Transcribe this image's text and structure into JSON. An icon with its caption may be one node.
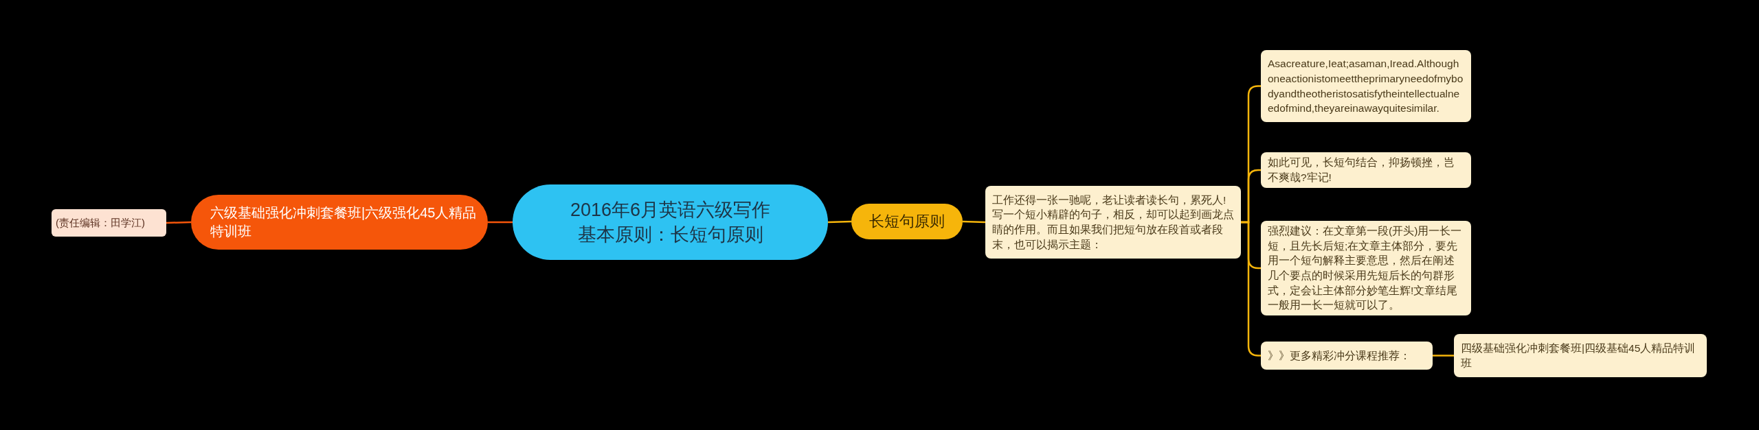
{
  "diagram": {
    "nodes": [
      {
        "text": [
          "2016年6月英语六级写作基本原则：长短句原则"
        ]
      },
      {
        "text": [
          "六级基础强化冲刺套餐班|六级强化45人精品特训班"
        ]
      },
      {
        "text": [
          "(责任编辑：田学江)"
        ]
      },
      {
        "text": [
          "长短句原则"
        ]
      },
      {
        "text": [
          "工作还得一张一驰呢，老让读者读长句，累死人!写一个短小精辟的句子，相反，却可以起到画龙点睛的作用。而且如果我们把短句放在段首或者段末，也可以揭示主题："
        ]
      },
      {
        "text": [
          "Asacreature,Ieat;asaman,Iread.Althoughoneactionistomeettheprimaryneedofmybodyandtheotheristosatisfytheintellectualneedofmind,theyareinawayquitesimilar."
        ]
      },
      {
        "text": [
          "如此可见，长短句结合，抑扬顿挫，岂不爽哉?牢记!"
        ]
      },
      {
        "text": [
          "强烈建议：在文章第一段(开头)用一长一短，且先长后短;在文章主体部分，要先用一个短句解释主要意思，然后在阐述几个要点的时候采用先短后长的句群形式，定会让主体部分妙笔生辉!文章结尾一般用一长一短就可以了。"
        ]
      },
      {
        "text": [
          "》》更多精彩冲分课程推荐："
        ]
      },
      {
        "text": [
          "四级基础强化冲刺套餐班|四级基础45人精品特训班"
        ]
      }
    ],
    "edges": [
      {
        "from": 0,
        "to": 1,
        "arrow": "none",
        "color": "#f5560a"
      },
      {
        "from": 1,
        "to": 2,
        "arrow": "none",
        "color": "#f5560a"
      },
      {
        "from": 0,
        "to": 3,
        "arrow": "none"
      },
      {
        "from": 3,
        "to": 4,
        "arrow": "none"
      },
      {
        "from": 4,
        "to": 5,
        "arrow": "none"
      },
      {
        "from": 4,
        "to": 6,
        "arrow": "none"
      },
      {
        "from": 4,
        "to": 7,
        "arrow": "none"
      },
      {
        "from": 4,
        "to": 8,
        "arrow": "none"
      },
      {
        "from": 8,
        "to": 9,
        "arrow": "none"
      }
    ]
  }
}
